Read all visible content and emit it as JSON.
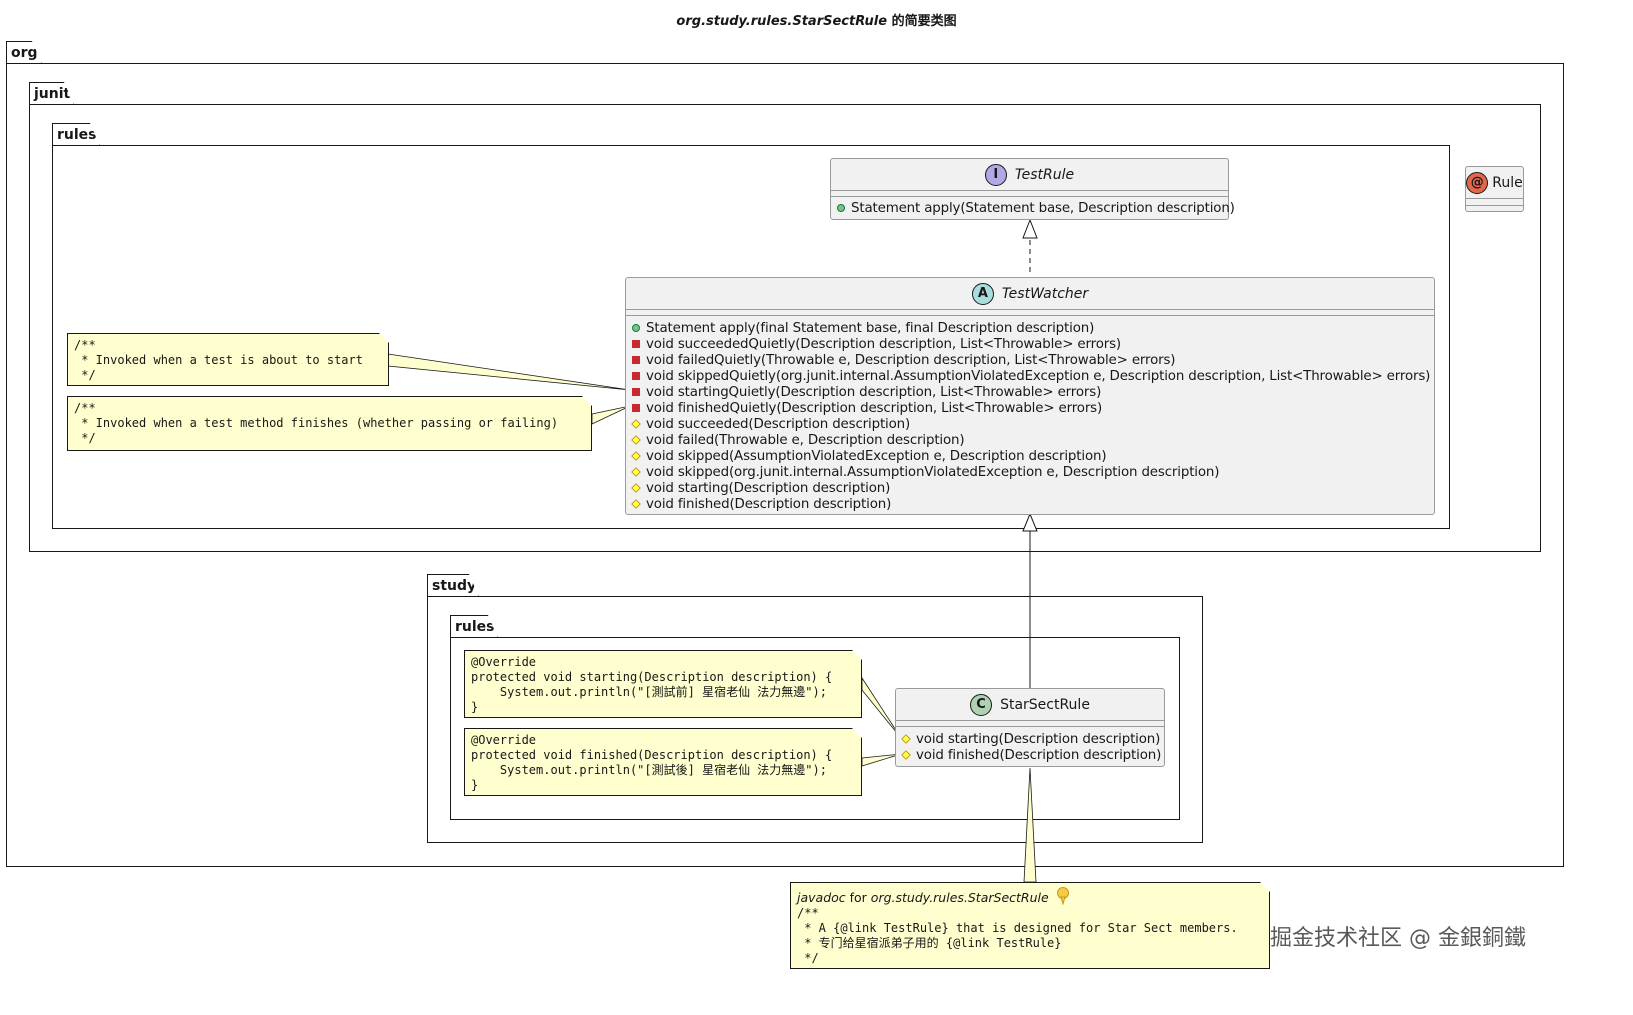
{
  "title": {
    "fqcn": "org.study.rules.StarSectRule",
    "suffix": " 的简要类图"
  },
  "packages": {
    "org": "org",
    "junit": "junit",
    "junit_rules": "rules",
    "study": "study",
    "study_rules": "rules"
  },
  "classes": {
    "test_rule": {
      "kind": "interface",
      "badge": "I",
      "badge_color": "#b4a7e5",
      "name": "TestRule",
      "members": [
        {
          "visibility": "public",
          "text": "Statement apply(Statement base, Description description)"
        }
      ]
    },
    "rule": {
      "kind": "annotation",
      "badge": "@",
      "badge_color": "#e3664a",
      "name": "Rule"
    },
    "test_watcher": {
      "kind": "abstract",
      "badge": "A",
      "badge_color": "#a9dcdf",
      "name": "TestWatcher",
      "members": [
        {
          "visibility": "public",
          "text": "Statement apply(final Statement base, final Description description)"
        },
        {
          "visibility": "private",
          "text": "void succeededQuietly(Description description, List<Throwable> errors)"
        },
        {
          "visibility": "private",
          "text": "void failedQuietly(Throwable e, Description description, List<Throwable> errors)"
        },
        {
          "visibility": "private",
          "text": "void skippedQuietly(org.junit.internal.AssumptionViolatedException e, Description description, List<Throwable> errors)"
        },
        {
          "visibility": "private",
          "text": "void startingQuietly(Description description, List<Throwable> errors)"
        },
        {
          "visibility": "private",
          "text": "void finishedQuietly(Description description, List<Throwable> errors)"
        },
        {
          "visibility": "protected",
          "text": "void succeeded(Description description)"
        },
        {
          "visibility": "protected",
          "text": "void failed(Throwable e, Description description)"
        },
        {
          "visibility": "protected",
          "text": "void skipped(AssumptionViolatedException e, Description description)"
        },
        {
          "visibility": "protected",
          "text": "void skipped(org.junit.internal.AssumptionViolatedException e, Description description)"
        },
        {
          "visibility": "protected",
          "text": "void starting(Description description)"
        },
        {
          "visibility": "protected",
          "text": "void finished(Description description)"
        }
      ]
    },
    "star_sect_rule": {
      "kind": "class",
      "badge": "C",
      "badge_color": "#add1b2",
      "name": "StarSectRule",
      "members": [
        {
          "visibility": "protected",
          "text": "void starting(Description description)"
        },
        {
          "visibility": "protected",
          "text": "void finished(Description description)"
        }
      ]
    }
  },
  "notes": {
    "starting_doc": "/**\n * Invoked when a test is about to start\n */",
    "finished_doc": "/**\n * Invoked when a test method finishes (whether passing or failing)\n */",
    "starting_code": "@Override\nprotected void starting(Description description) {\n    System.out.println(\"[測試前] 星宿老仙 法力無邊\");\n}",
    "finished_code": "@Override\nprotected void finished(Description description) {\n    System.out.println(\"[測試後] 星宿老仙 法力無邊\");\n}",
    "javadoc_label": "javadoc",
    "javadoc_for": " for ",
    "javadoc_fqcn": "org.study.rules.StarSectRule",
    "javadoc_body": "/**\n * A {@link TestRule} that is designed for Star Sect members.\n * 专门给星宿派弟子用的 {@link TestRule}\n */"
  },
  "watermark": "掘金技术社区 @ 金銀銅鐵",
  "colors": {
    "class_fill": "#f1f1f1",
    "note_fill": "#fefece",
    "line": "#181818"
  }
}
